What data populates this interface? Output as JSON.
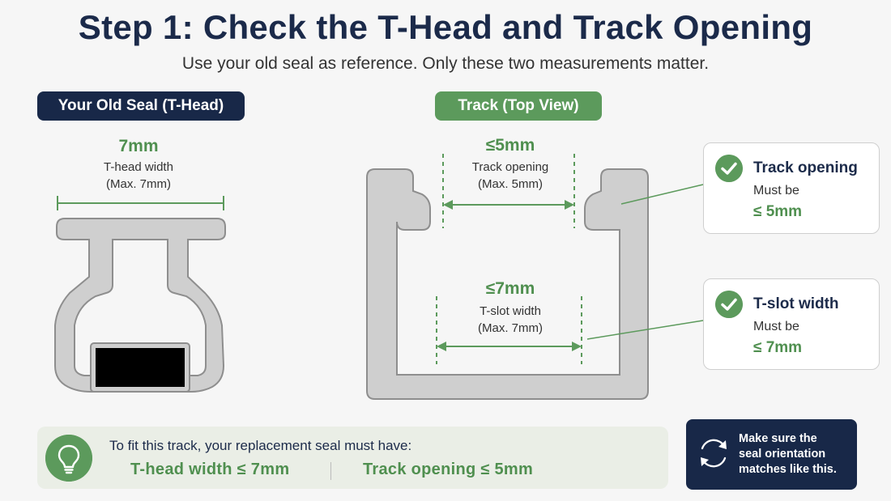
{
  "header": {
    "title": "Step 1: Check the T-Head and Track Opening",
    "subtitle": "Use your old seal as reference. Only these two measurements matter."
  },
  "seal_panel": {
    "label": "Your Old Seal (T-Head)",
    "dim_value": "7mm",
    "dim_name": "T-head width",
    "dim_max": "(Max. 7mm)",
    "colors": {
      "seal_fill": "#cfcfcf",
      "seal_stroke": "#8e8e8e",
      "insert": "#000000"
    }
  },
  "track_panel": {
    "label": "Track (Top View)",
    "opening": {
      "value": "≤5mm",
      "name": "Track opening",
      "max": "(Max. 5mm)"
    },
    "slot": {
      "value": "≤7mm",
      "name": "T-slot width",
      "max": "(Max. 7mm)"
    }
  },
  "cards": [
    {
      "title": "Track opening",
      "sub": "Must be",
      "value": "≤ 5mm",
      "icon": "check-icon"
    },
    {
      "title": "T-slot width",
      "sub": "Must be",
      "value": "≤ 7mm",
      "icon": "check-icon"
    }
  ],
  "requirements": {
    "intro": "To fit this track, your replacement seal must have:",
    "items": [
      "T-head width ≤ 7mm",
      "Track opening ≤ 5mm"
    ],
    "icon": "lightbulb-icon"
  },
  "note": {
    "text_lines": [
      "Make sure the",
      "seal orientation",
      "matches like this."
    ],
    "icon": "rotate-arrows-icon"
  },
  "colors": {
    "navy": "#182848",
    "green": "#5c9a5c",
    "green_text": "#4f8f4f",
    "background": "#f6f6f6"
  }
}
